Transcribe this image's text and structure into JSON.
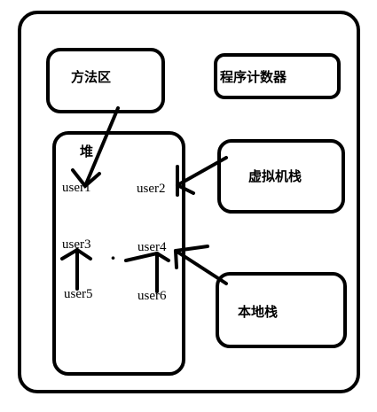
{
  "diagram": {
    "method_area": "方法区",
    "program_counter": "程序计数器",
    "heap": "堆",
    "vm_stack": "虚拟机栈",
    "native_stack": "本地栈",
    "objects": {
      "user1": "user1",
      "user2": "user2",
      "user3": "user3",
      "user4": "user4",
      "user5": "user5",
      "user6": "user6"
    },
    "separator": "·"
  }
}
